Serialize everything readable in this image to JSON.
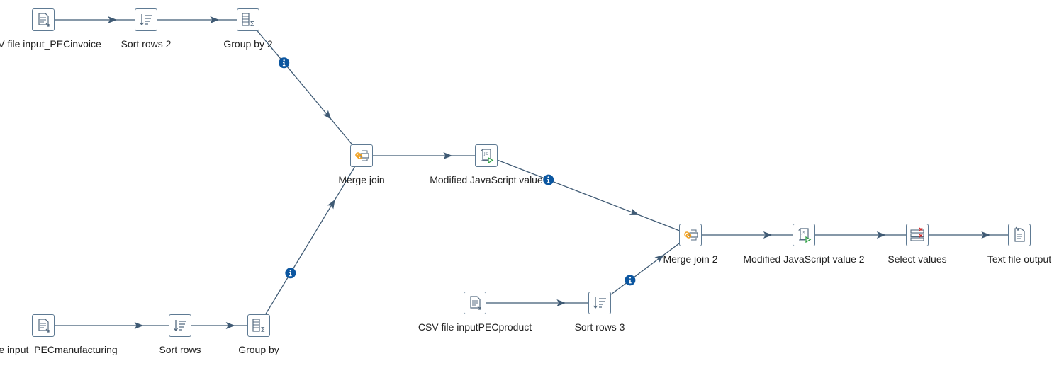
{
  "steps": {
    "csv_pecinvoice": {
      "label": "V file input_PECinvoice",
      "icon": "csv-input-icon"
    },
    "sort_rows_2": {
      "label": "Sort rows 2",
      "icon": "sort-rows-icon"
    },
    "group_by_2": {
      "label": "Group by 2",
      "icon": "group-by-icon"
    },
    "merge_join": {
      "label": "Merge join",
      "icon": "merge-join-icon"
    },
    "modified_js": {
      "label": "Modified JavaScript value",
      "icon": "javascript-icon"
    },
    "merge_join_2": {
      "label": "Merge join 2",
      "icon": "merge-join-icon"
    },
    "modified_js_2": {
      "label": "Modified JavaScript value 2",
      "icon": "javascript-icon"
    },
    "select_values": {
      "label": "Select values",
      "icon": "select-values-icon"
    },
    "text_output": {
      "label": "Text file output",
      "icon": "text-output-icon"
    },
    "csv_pecmanufacturing": {
      "label": "e input_PECmanufacturing",
      "icon": "csv-input-icon"
    },
    "sort_rows": {
      "label": "Sort rows",
      "icon": "sort-rows-icon"
    },
    "group_by": {
      "label": "Group by",
      "icon": "group-by-icon"
    },
    "csv_pecproduct": {
      "label": "CSV file inputPECproduct",
      "icon": "csv-input-icon"
    },
    "sort_rows_3": {
      "label": "Sort rows 3",
      "icon": "sort-rows-icon"
    }
  },
  "hops": [
    {
      "from": "csv_pecinvoice",
      "to": "sort_rows_2",
      "info": false
    },
    {
      "from": "sort_rows_2",
      "to": "group_by_2",
      "info": false
    },
    {
      "from": "group_by_2",
      "to": "merge_join",
      "info": true
    },
    {
      "from": "csv_pecmanufacturing",
      "to": "sort_rows",
      "info": false
    },
    {
      "from": "sort_rows",
      "to": "group_by",
      "info": false
    },
    {
      "from": "group_by",
      "to": "merge_join",
      "info": true
    },
    {
      "from": "merge_join",
      "to": "modified_js",
      "info": false
    },
    {
      "from": "modified_js",
      "to": "merge_join_2",
      "info": true
    },
    {
      "from": "csv_pecproduct",
      "to": "sort_rows_3",
      "info": false
    },
    {
      "from": "sort_rows_3",
      "to": "merge_join_2",
      "info": true
    },
    {
      "from": "merge_join_2",
      "to": "modified_js_2",
      "info": false
    },
    {
      "from": "modified_js_2",
      "to": "select_values",
      "info": false
    },
    {
      "from": "select_values",
      "to": "text_output",
      "info": false
    }
  ],
  "colors": {
    "hop": "#3f5a74",
    "info_badge": "#0b56a0",
    "icon_stroke": "#556b80",
    "js_accent": "#2ea043",
    "merge_accent": "#f0a020",
    "delete_accent": "#d62b2b"
  }
}
